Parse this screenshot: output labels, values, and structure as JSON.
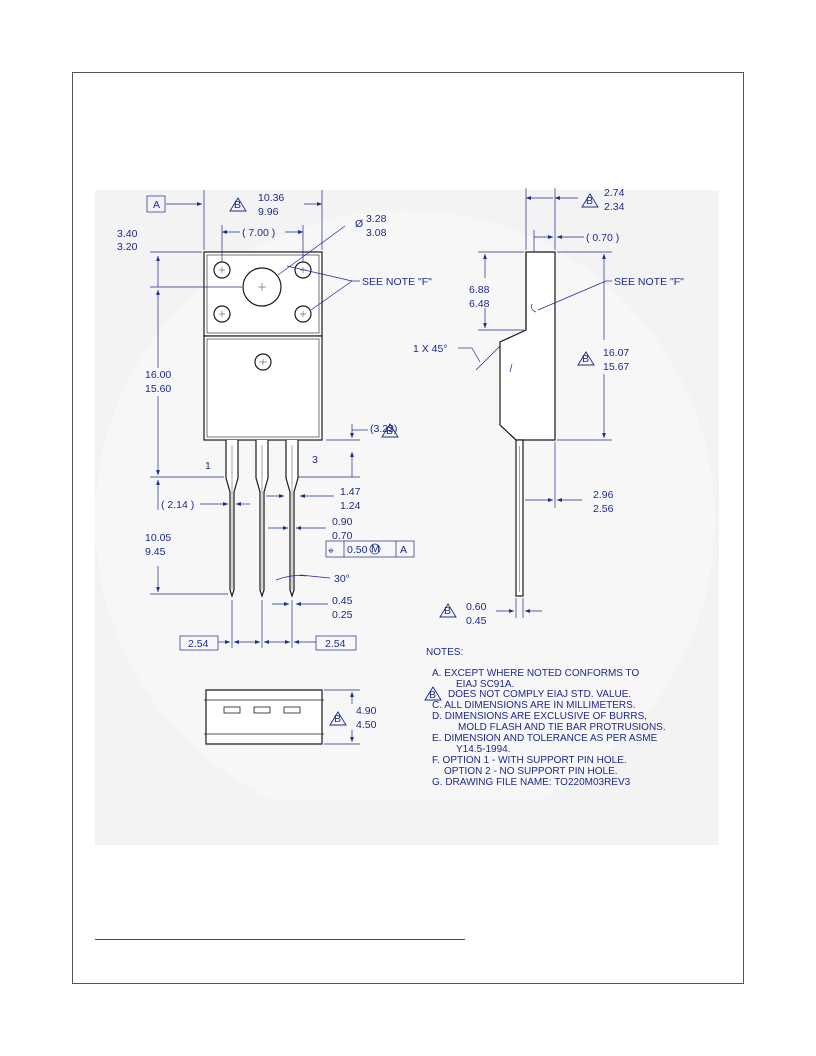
{
  "package": {
    "datum_label": "A",
    "body_width_max": "10.36",
    "body_width_min": "9.96",
    "hole_spacing": "( 7.00 )",
    "hole_dia_max": "3.28",
    "hole_dia_min": "3.08",
    "diameter_symbol": "Ø",
    "top_offset_max": "3.40",
    "top_offset_min": "3.20",
    "body_height_max": "16.00",
    "body_height_min": "15.60",
    "see_note_f_front": "SEE NOTE \"F\"",
    "lead_standoff": "(3.23)",
    "pin1_label": "1",
    "pin3_label": "3",
    "lead_offset": "( 2.14 )",
    "lead_width_max": "1.47",
    "lead_width_min": "1.24",
    "lead_narrow_max": "0.90",
    "lead_narrow_min": "0.70",
    "fcf_position_symbol": "⌖",
    "fcf_tolerance": "0.50",
    "fcf_modifier": "M",
    "fcf_datum": "A",
    "lead_length_max": "10.05",
    "lead_length_min": "9.45",
    "lead_angle": "30°",
    "lead_thickness_max": "0.45",
    "lead_thickness_min": "0.25",
    "pitch_left": "2.54",
    "pitch_right": "2.54",
    "note_b_flag": "B",
    "side_thickness_max": "2.74",
    "side_thickness_min": "2.34",
    "side_tab_thickness": "( 0.70 )",
    "side_step_max": "6.88",
    "side_step_min": "6.48",
    "see_note_f_side": "SEE NOTE \"F\"",
    "chamfer": "1 X 45°",
    "side_height_max": "16.07",
    "side_height_min": "15.67",
    "side_lead_offset_max": "2.96",
    "side_lead_offset_min": "2.56",
    "side_lead_thk_max": "0.60",
    "side_lead_thk_min": "0.45",
    "bottom_height_max": "4.90",
    "bottom_height_min": "4.50"
  },
  "notes": {
    "heading": "NOTES:",
    "a1": "A. EXCEPT WHERE NOTED CONFORMS TO",
    "a2": "EIAJ SC91A.",
    "b": "DOES NOT COMPLY EIAJ STD. VALUE.",
    "c": "C. ALL DIMENSIONS ARE IN MILLIMETERS.",
    "d1": "D. DIMENSIONS ARE EXCLUSIVE OF BURRS,",
    "d2": "MOLD FLASH AND TIE BAR PROTRUSIONS.",
    "e1": "E. DIMENSION AND TOLERANCE AS PER ASME",
    "e2": "Y14.5-1994.",
    "f1": "F. OPTION 1 - WITH SUPPORT PIN HOLE.",
    "f2": "OPTION 2 - NO SUPPORT PIN HOLE.",
    "g": "G. DRAWING FILE NAME: TO220M03REV3"
  },
  "colors": {
    "ink": "#1c2a8c",
    "outline": "#1a1a1a",
    "panel": "#f3f3f3"
  }
}
